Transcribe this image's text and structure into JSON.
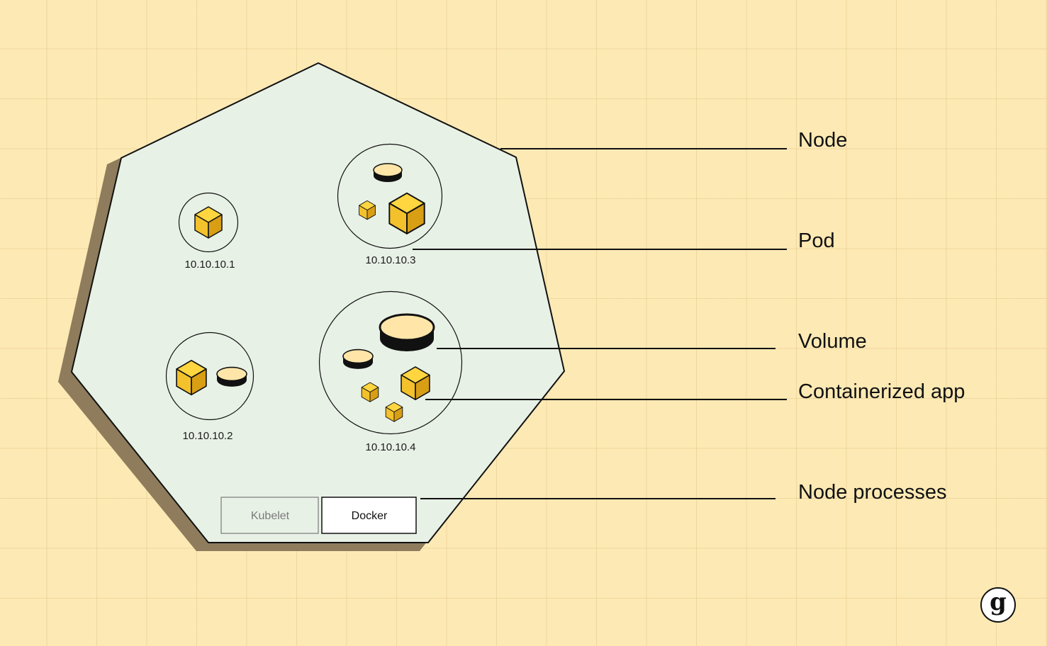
{
  "pods": [
    {
      "ip": "10.10.10.1"
    },
    {
      "ip": "10.10.10.3"
    },
    {
      "ip": "10.10.10.2"
    },
    {
      "ip": "10.10.10.4"
    }
  ],
  "node_processes": {
    "kubelet": "Kubelet",
    "docker": "Docker"
  },
  "legend": {
    "node": "Node",
    "pod": "Pod",
    "volume": "Volume",
    "containerized_app": "Containerized app",
    "node_processes": "Node processes"
  },
  "logo": {
    "text": "g"
  },
  "colors": {
    "background": "#fde9b4",
    "node_fill": "#e8f1e6",
    "node_shadow": "#8e7c5c",
    "cube_top": "#ffd640",
    "cube_left": "#f3c12c",
    "cube_right": "#d89e14",
    "volume_top": "#ffe6a8",
    "volume_side": "#111111",
    "kubelet_text": "#7a7a7a"
  },
  "icons": [
    "cube-icon",
    "volume-icon",
    "logo-icon"
  ]
}
